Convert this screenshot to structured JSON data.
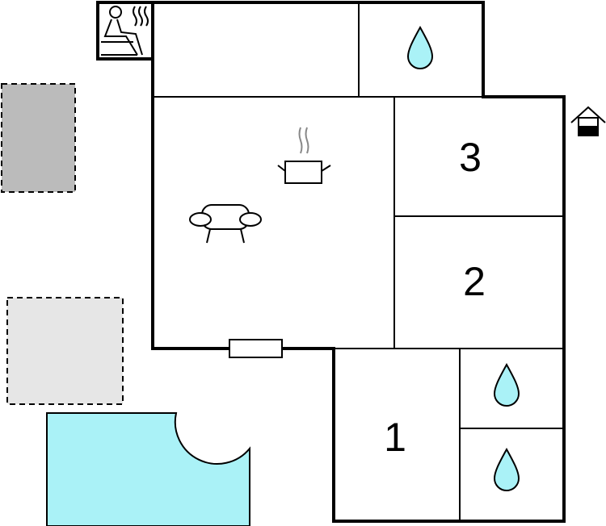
{
  "title": "Floor plan",
  "rooms": [
    {
      "label": "3",
      "type": "bedroom"
    },
    {
      "label": "2",
      "type": "bedroom"
    },
    {
      "label": "1",
      "type": "bedroom"
    }
  ],
  "icons": [
    "sauna-icon",
    "entrance-icon",
    "bathroom-drop-icon",
    "kitchen-pot-icon",
    "living-sofa-icon",
    "window-icon"
  ],
  "colors": {
    "wall": "#000000",
    "water": "#aaf2f7",
    "terrace_dark": "#bbbbbb",
    "terrace_light": "#e6e6e6"
  }
}
